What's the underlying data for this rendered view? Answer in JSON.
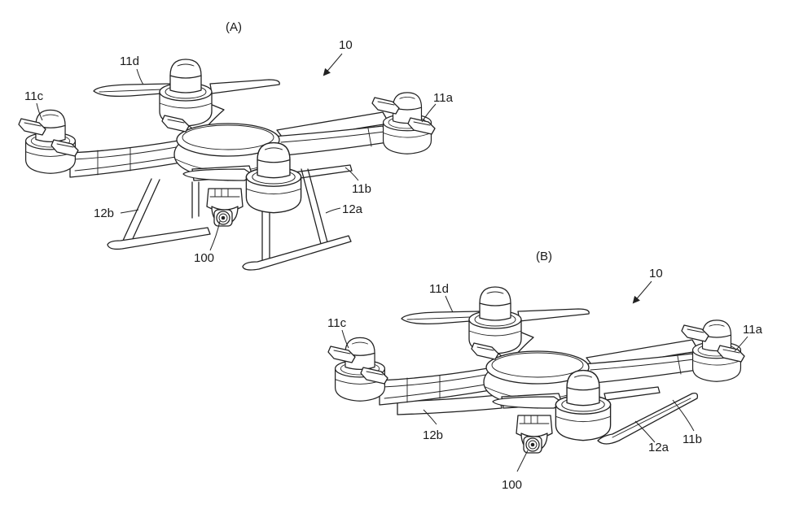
{
  "figures": [
    {
      "panel_label": "(A)",
      "reference_label": "10",
      "labels": {
        "rotor_a": "11a",
        "rotor_b": "11b",
        "rotor_c": "11c",
        "rotor_d": "11d",
        "leg_a": "12a",
        "leg_b": "12b",
        "camera": "100"
      }
    },
    {
      "panel_label": "(B)",
      "reference_label": "10",
      "labels": {
        "rotor_a": "11a",
        "rotor_b": "11b",
        "rotor_c": "11c",
        "rotor_d": "11d",
        "leg_a": "12a",
        "leg_b": "12b",
        "camera": "100"
      }
    }
  ]
}
